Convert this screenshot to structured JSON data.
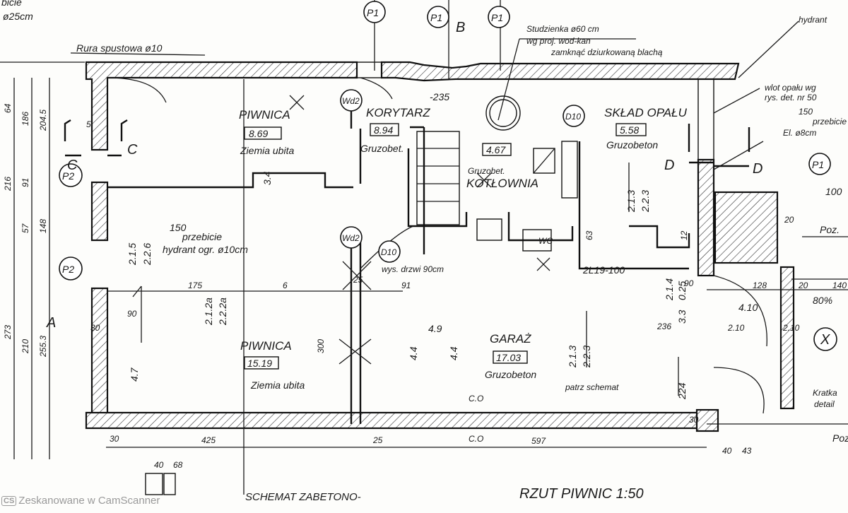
{
  "title": "RZUT PIWNIC 1:50",
  "schema_note": "SCHEMAT ZABETONO-",
  "notes": {
    "top_left_1": "bicie",
    "top_left_2": "ø25cm",
    "drain_pipe": "Rura spustowa ø10",
    "well_1": "Studzienka ø60 cm",
    "well_2": "wg proj. wod-kan",
    "well_3": "zamknąć dziurkowaną blachą",
    "hydrant": "hydrant",
    "fuel_1": "wlot opału wg",
    "fuel_2": "rys. det. nr 50",
    "breach_right_1": "przebicie",
    "breach_right_2": "El. ø8cm",
    "breach_left_1": "przebicie",
    "breach_left_2": "hydrant ogr. ø10cm",
    "door_height": "wys. drzwi 90cm",
    "see_schema": "patrz schemat",
    "grate_1": "Kratka",
    "grate_2": "detail",
    "beam": "2L19-100",
    "poz_1": "Poz.",
    "poz_2": "Poz.",
    "percent": "80%"
  },
  "rooms": [
    {
      "name": "PIWNICA",
      "area": "8.69",
      "floor": "Ziemia ubita"
    },
    {
      "name": "KORYTARZ",
      "area": "8.94",
      "floor": "Gruzobet."
    },
    {
      "name": "KOTŁOWNIA",
      "area": "4.67",
      "floor": "Gruzobet."
    },
    {
      "name": "SKŁAD OPAŁU",
      "area": "5.58",
      "floor": "Gruzobeton"
    },
    {
      "name": "PIWNICA",
      "area": "15.19",
      "floor": "Ziemia ubita"
    },
    {
      "name": "GARAŻ",
      "area": "17.03",
      "floor": "Gruzobeton"
    }
  ],
  "markers": {
    "p1": "P1",
    "p2": "P2",
    "wd2": "Wd2",
    "d10": "D10",
    "x": "X",
    "b": "B",
    "c": "C",
    "d": "D",
    "a": "A",
    "co": "C.O",
    "wc": "WC"
  },
  "dimensions": {
    "d235": "-235",
    "d150": "150",
    "d150b": "150",
    "d100": "100",
    "d20": "20",
    "d175": "175",
    "d91": "91",
    "d90": "90",
    "d30": "30",
    "d25": "25",
    "d300": "300",
    "d425": "425",
    "d597": "597",
    "d40": "40",
    "d43": "43",
    "d68": "68",
    "d236": "236",
    "d224": "224",
    "d128": "128",
    "d140": "140",
    "d410": "4.10",
    "d210": "2.10",
    "d49": "4.9",
    "d44": "4.4",
    "d47": "4.7",
    "d34": "3.4",
    "d33": "3.3",
    "d025": "0.25",
    "d213": "2.1.3",
    "d223": "2.2.3",
    "d215": "2.1.5",
    "d226": "2.2.6",
    "d212a": "2.1.2a",
    "d222a": "2.2.2a",
    "d214": "2.1.4",
    "left_216": "216",
    "left_91": "91",
    "left_57": "57",
    "left_148": "148",
    "left_273": "273",
    "left_210": "210",
    "left_2553": "255.3",
    "left_186": "186",
    "left_2045": "204.5",
    "left_64": "64",
    "d6": "6",
    "d5": "5",
    "d12": "12",
    "d63": "63"
  },
  "scanner_watermark": "Zeskanowane w CamScanner",
  "scanner_logo": "CS"
}
